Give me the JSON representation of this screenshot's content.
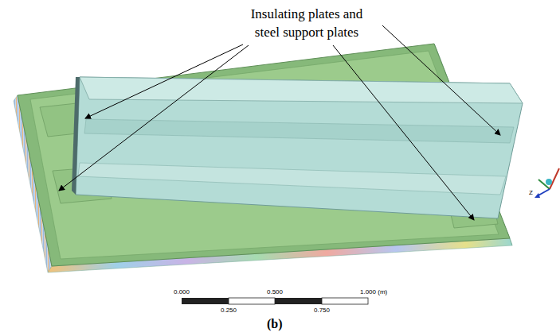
{
  "diagram": {
    "caption": "(b)",
    "labels": [
      "Insulating plates and steel support plates",
      "0.000",
      "0.500",
      "1.000 (m)",
      "0.250",
      "0.750",
      "Z"
    ]
  }
}
